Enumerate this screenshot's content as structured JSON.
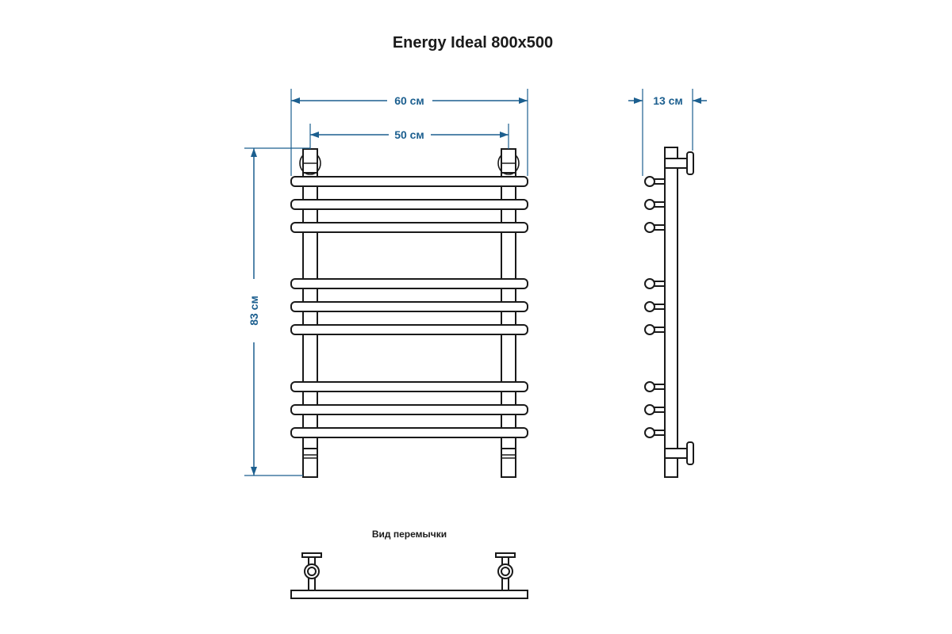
{
  "drawing": {
    "title": "Energy Ideal 800x500",
    "dimensions": {
      "overall_width": "60 см",
      "mount_spacing": "50 см",
      "height": "83 см",
      "depth": "13 см"
    },
    "bridge_view_label": "Вид перемычки"
  },
  "product": {
    "crossbar_count": 9,
    "crossbar_groups": [
      3,
      3,
      3
    ]
  },
  "colors": {
    "dimension": "#1c5f8f",
    "outline": "#1a1a1a",
    "background": "#ffffff"
  }
}
